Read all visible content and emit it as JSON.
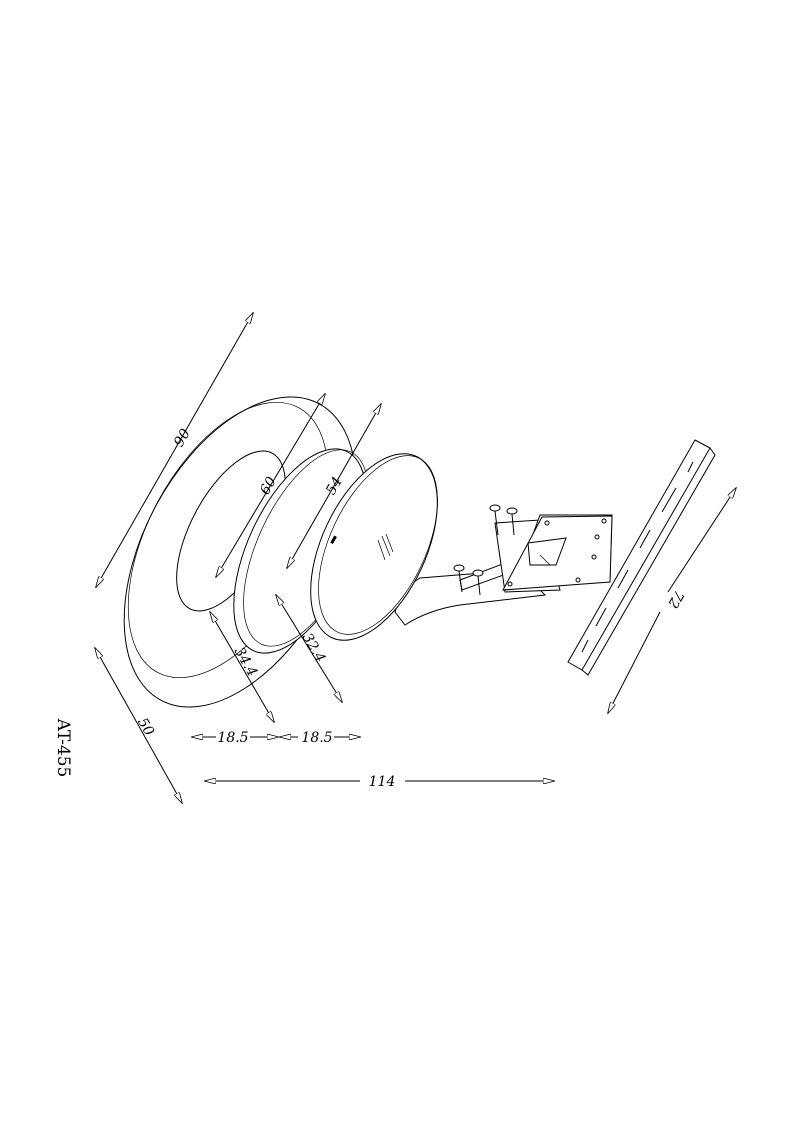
{
  "model_code": "AT-455",
  "dimensions": {
    "outer_diameter": "90",
    "inner_diameter": "60",
    "middle_disc_diameter": "54",
    "front_disc_offset": "32.4",
    "rear_offset": "34.4",
    "depth": "50",
    "spacing_left": "18.5",
    "spacing_right": "18.5",
    "total_length": "114",
    "bracket_height": "72"
  }
}
